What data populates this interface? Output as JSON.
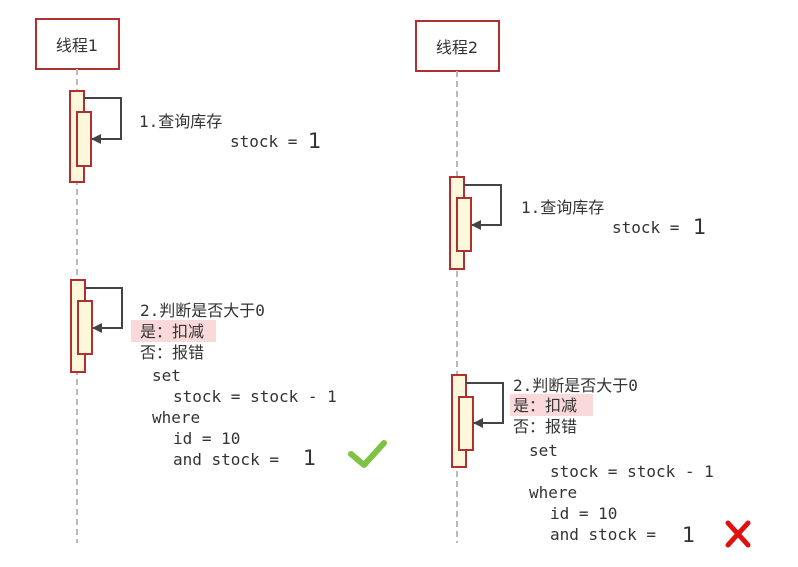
{
  "thread1": {
    "title": "线程1",
    "step1": {
      "label": "1.查询库存",
      "stock_prefix": "stock =",
      "stock_value": "1"
    },
    "step2": {
      "label": "2.判断是否大于0",
      "yes": "是：扣减",
      "no": "否：报错",
      "sql_set": "set",
      "sql_assign": "stock = stock - 1",
      "sql_where": "where",
      "sql_id": "id = 10",
      "sql_and": "and stock =",
      "sql_value": "1"
    },
    "result_icon": "check-icon"
  },
  "thread2": {
    "title": "线程2",
    "step1": {
      "label": "1.查询库存",
      "stock_prefix": "stock =",
      "stock_value": "1"
    },
    "step2": {
      "label": "2.判断是否大于0",
      "yes": "是：扣减",
      "no": "否：报错",
      "sql_set": "set",
      "sql_assign": "stock = stock - 1",
      "sql_where": "where",
      "sql_id": "id = 10",
      "sql_and": "and stock =",
      "sql_value": "1"
    },
    "result_icon": "cross-icon"
  },
  "colors": {
    "box_border": "#b03030",
    "activation_fill": "#fdf8dc",
    "highlight": "#f9d9d9",
    "check": "#7dc242",
    "cross": "#e01010",
    "lifeline": "#bbbbbb",
    "arrow": "#444444"
  }
}
